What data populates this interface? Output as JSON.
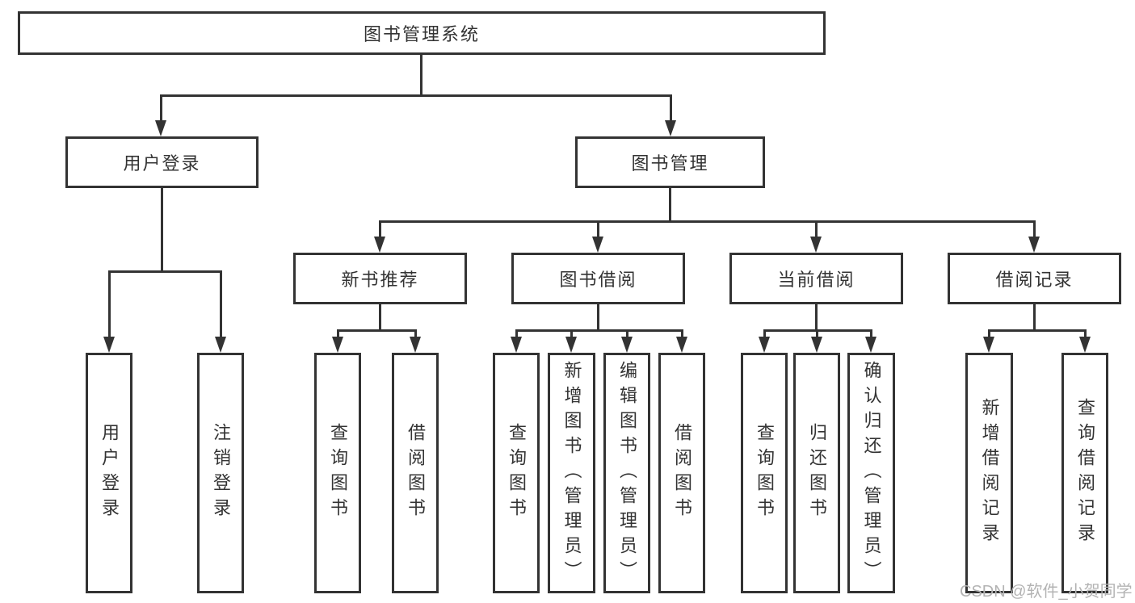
{
  "diagram": {
    "root": {
      "label": "图书管理系统",
      "children": [
        {
          "label": "用户登录",
          "children": [
            {
              "label": "用户登录"
            },
            {
              "label": "注销登录"
            }
          ]
        },
        {
          "label": "图书管理",
          "children": [
            {
              "label": "新书推荐",
              "children": [
                {
                  "label": "查询图书"
                },
                {
                  "label": "借阅图书"
                }
              ]
            },
            {
              "label": "图书借阅",
              "children": [
                {
                  "label": "查询图书"
                },
                {
                  "label": "新增图书（管理员）"
                },
                {
                  "label": "编辑图书（管理员）"
                },
                {
                  "label": "借阅图书"
                }
              ]
            },
            {
              "label": "当前借阅",
              "children": [
                {
                  "label": "查询图书"
                },
                {
                  "label": "归还图书"
                },
                {
                  "label": "确认归还（管理员）"
                }
              ]
            },
            {
              "label": "借阅记录",
              "children": [
                {
                  "label": "新增借阅记录"
                },
                {
                  "label": "查询借阅记录"
                }
              ]
            }
          ]
        }
      ]
    },
    "colors": {
      "line": "#333333",
      "text": "#333333",
      "background": "#ffffff",
      "watermark": "#b3b3b3"
    }
  },
  "watermark": {
    "label": "CSDN @软件_小贺同学"
  }
}
